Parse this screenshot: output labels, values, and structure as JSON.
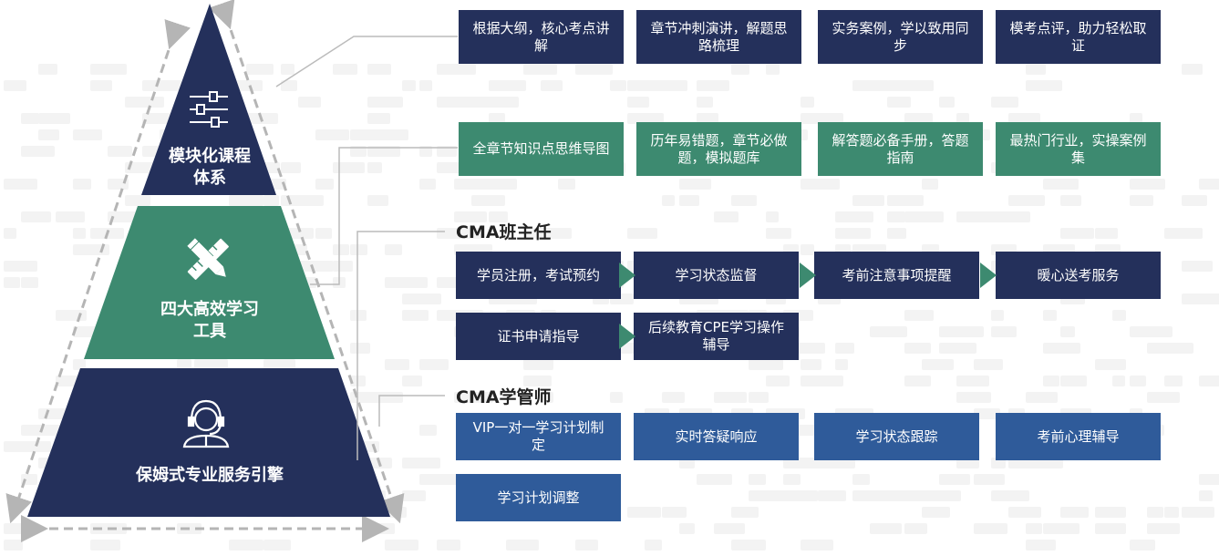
{
  "pyramid": {
    "top_label": "模块化课程\n体系",
    "middle_label": "四大高效学习\n工具",
    "bottom_label": "保姆式专业服务引擎",
    "colors": {
      "navy": "#24305b",
      "green": "#3d8a70",
      "blue": "#2f5b9a"
    },
    "icons": [
      "sliders-icon",
      "pencil-ruler-icon",
      "headset-agent-icon"
    ]
  },
  "courses": [
    "根据大纲，核心考点讲解",
    "章节冲刺演讲，解题思路梳理",
    "实务案例，学以致用同步",
    "模考点评，助力轻松取证"
  ],
  "tools": [
    "全章节知识点思维导图",
    "历年易错题，章节必做题，模拟题库",
    "解答题必备手册，答题指南",
    "最热门行业，实操案例集"
  ],
  "class_head": {
    "title": "CMA班主任",
    "row1": [
      "学员注册，考试预约",
      "学习状态监督",
      "考前注意事项提醒",
      "暖心送考服务"
    ],
    "row2": [
      "证书申请指导",
      "后续教育CPE学习操作辅导"
    ]
  },
  "study_manager": {
    "title": "CMA学管师",
    "row1": [
      "VIP一对一学习计划制定",
      "实时答疑响应",
      "学习状态跟踪",
      "考前心理辅导"
    ],
    "row2": [
      "学习计划调整"
    ]
  }
}
